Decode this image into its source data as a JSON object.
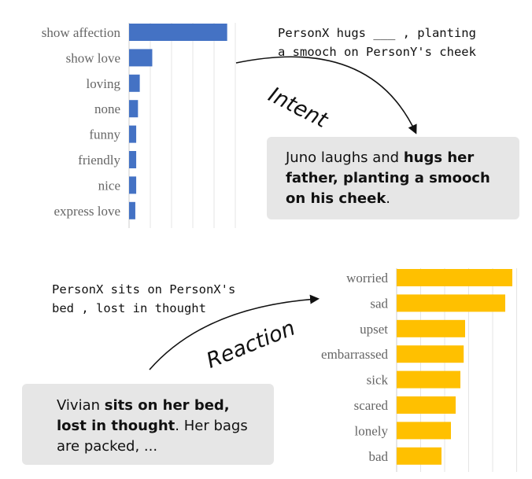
{
  "chart_data": [
    {
      "type": "bar",
      "orientation": "horizontal",
      "categories": [
        "show affection",
        "show love",
        "loving",
        "none",
        "funny",
        "friendly",
        "nice",
        "express love"
      ],
      "values": [
        0.55,
        0.13,
        0.06,
        0.05,
        0.04,
        0.04,
        0.04,
        0.035
      ],
      "xlim": [
        0,
        0.6
      ],
      "grid": true,
      "color": "#4472c4",
      "title": "",
      "xlabel": "",
      "ylabel": ""
    },
    {
      "type": "bar",
      "orientation": "horizontal",
      "categories": [
        "worried",
        "sad",
        "upset",
        "embarrassed",
        "sick",
        "scared",
        "lonely",
        "bad"
      ],
      "values": [
        0.245,
        0.23,
        0.145,
        0.142,
        0.135,
        0.125,
        0.115,
        0.095
      ],
      "xlim": [
        0,
        0.26
      ],
      "grid": true,
      "color": "#ffc000",
      "title": "",
      "xlabel": "",
      "ylabel": ""
    }
  ],
  "top": {
    "template_line1": "PersonX hugs ___ , planting",
    "template_line2": "a smooch on PersonY's cheek",
    "arrow_label": "Intent",
    "sentence_plain1": "Juno laughs and ",
    "sentence_bold": "hugs her father, planting a smooch on his cheek",
    "sentence_plain2": "."
  },
  "bottom": {
    "template_line1": "PersonX sits on PersonX's",
    "template_line2": "bed , lost in thought",
    "arrow_label": "Reaction",
    "sentence_plain1": "Vivian ",
    "sentence_bold": "sits on her bed, lost in thought",
    "sentence_plain2": ". Her bags are packed, ..."
  }
}
